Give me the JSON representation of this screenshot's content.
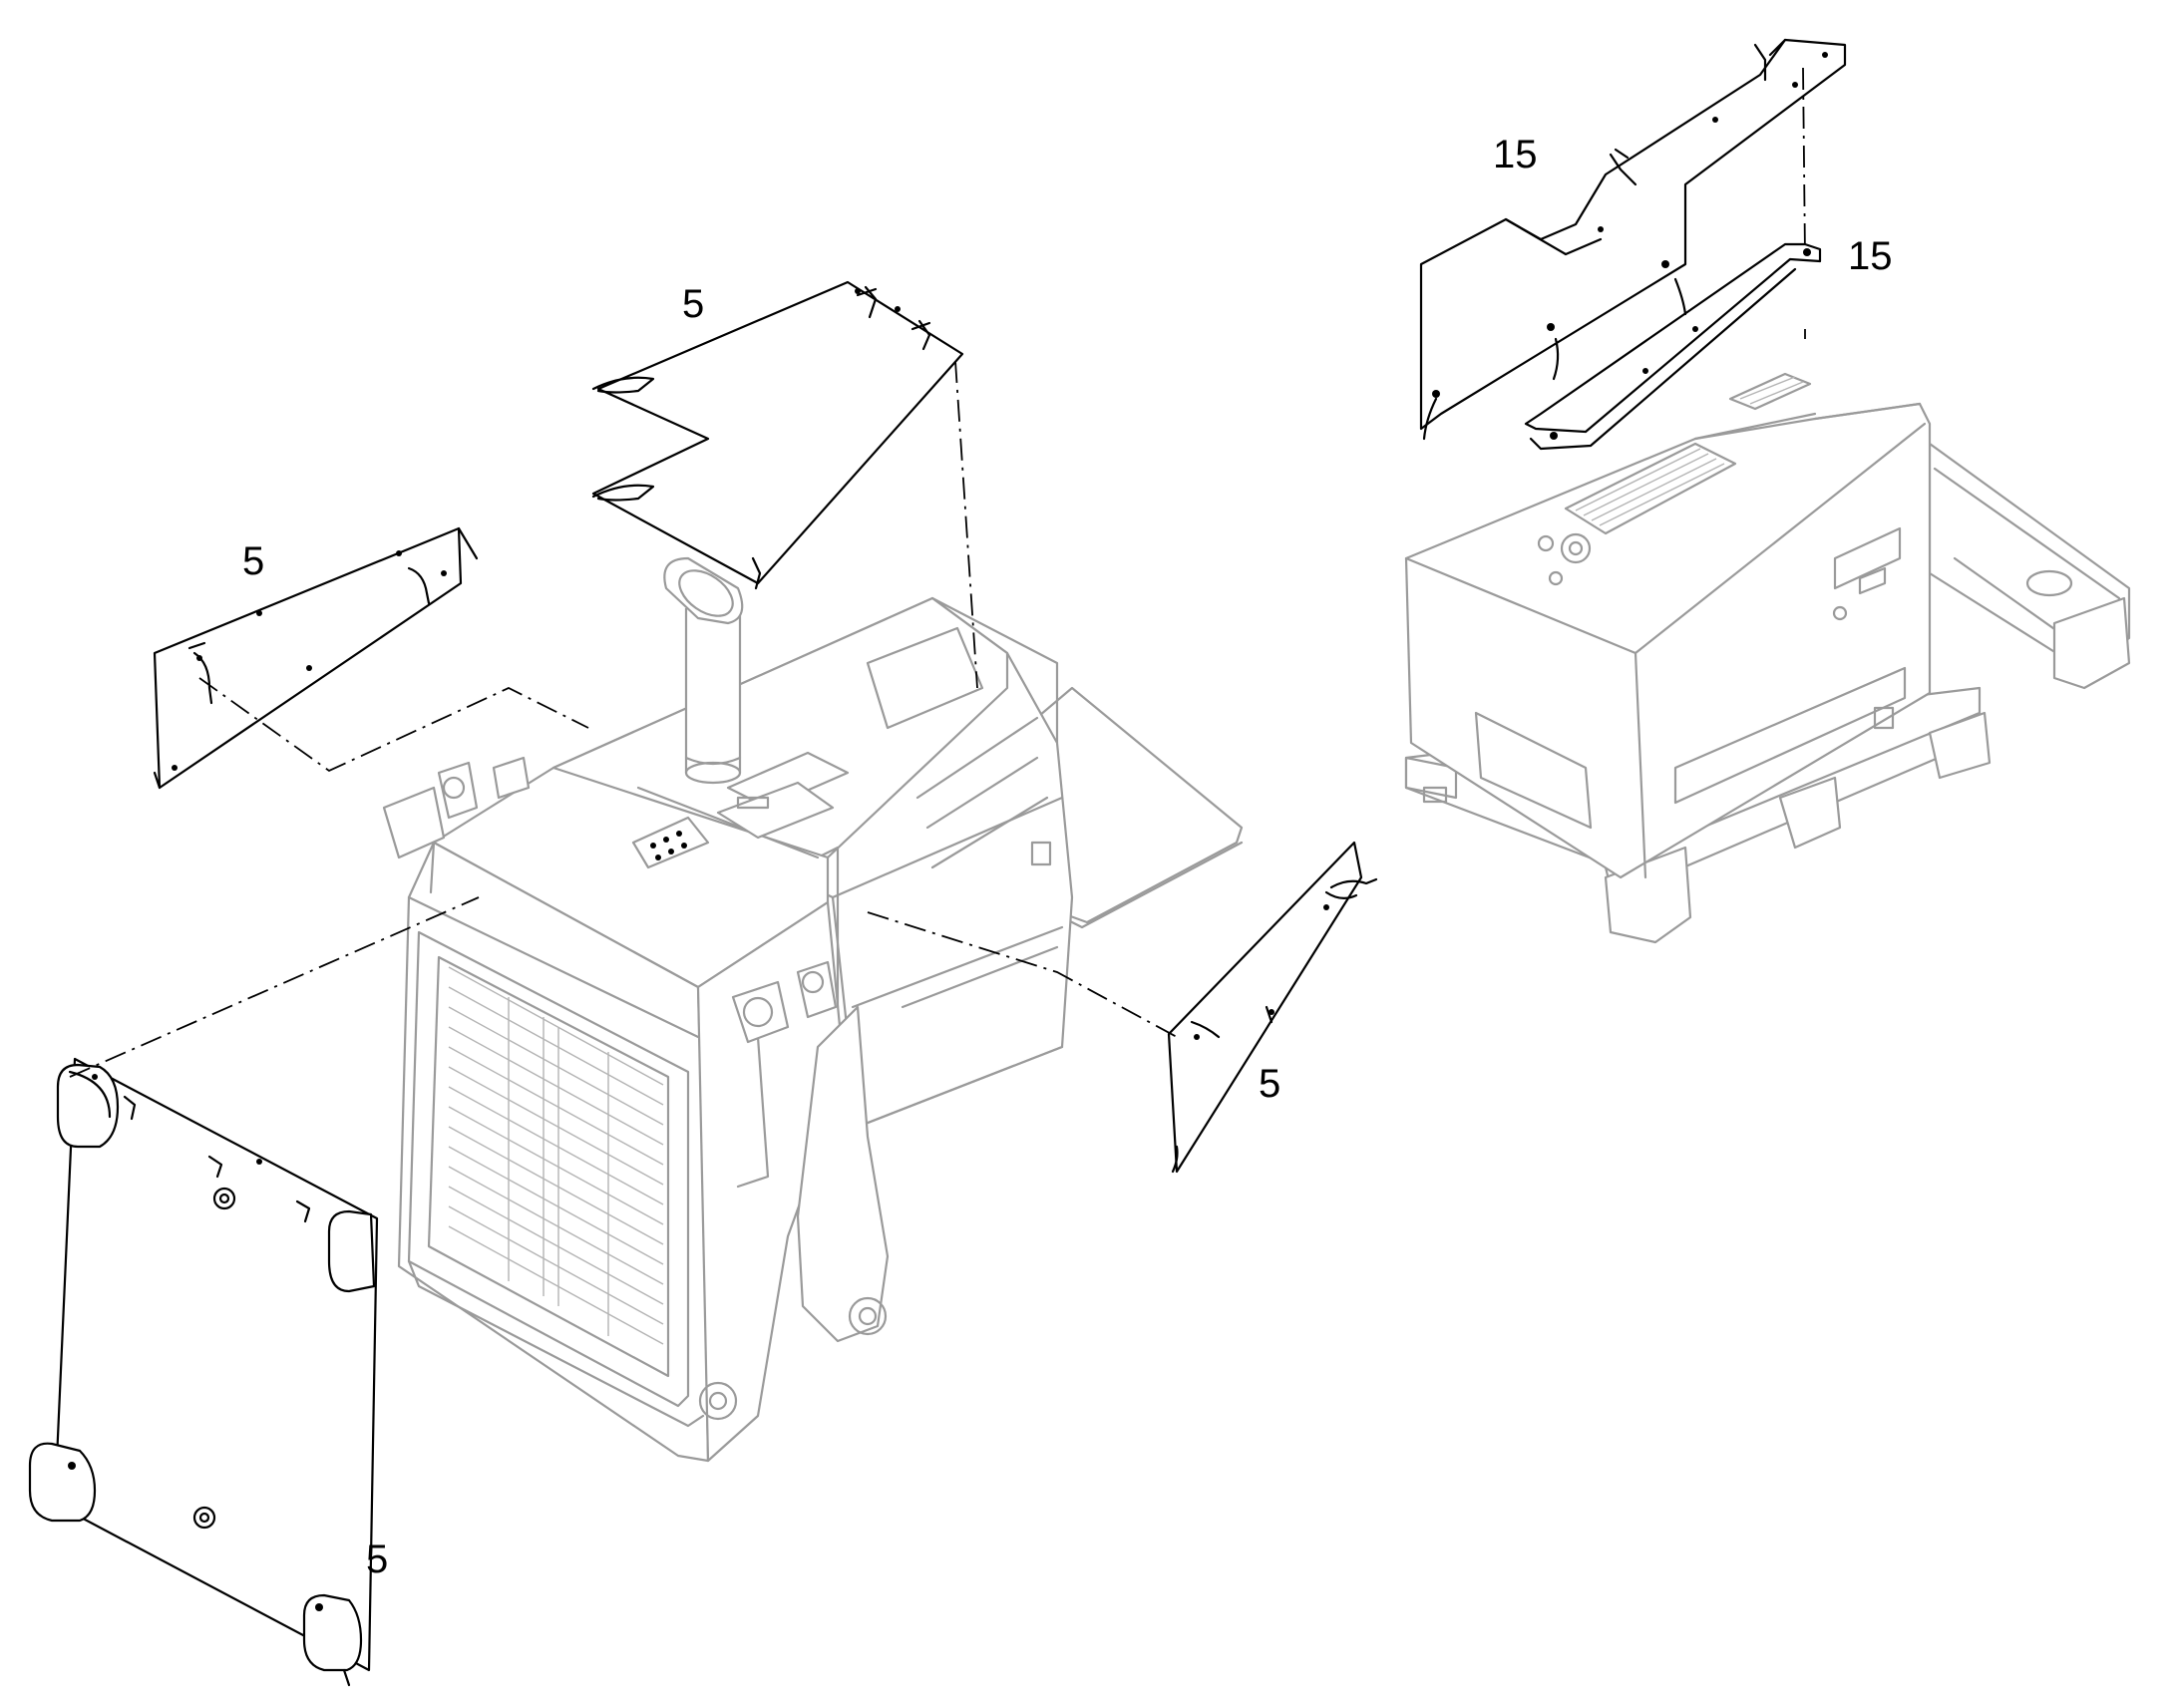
{
  "callouts": {
    "top_center_panel": "5",
    "left_side_panel": "5",
    "right_side_panel": "5",
    "front_grille_panel": "5",
    "top_right_cover": "15",
    "top_right_bracket": "15"
  }
}
